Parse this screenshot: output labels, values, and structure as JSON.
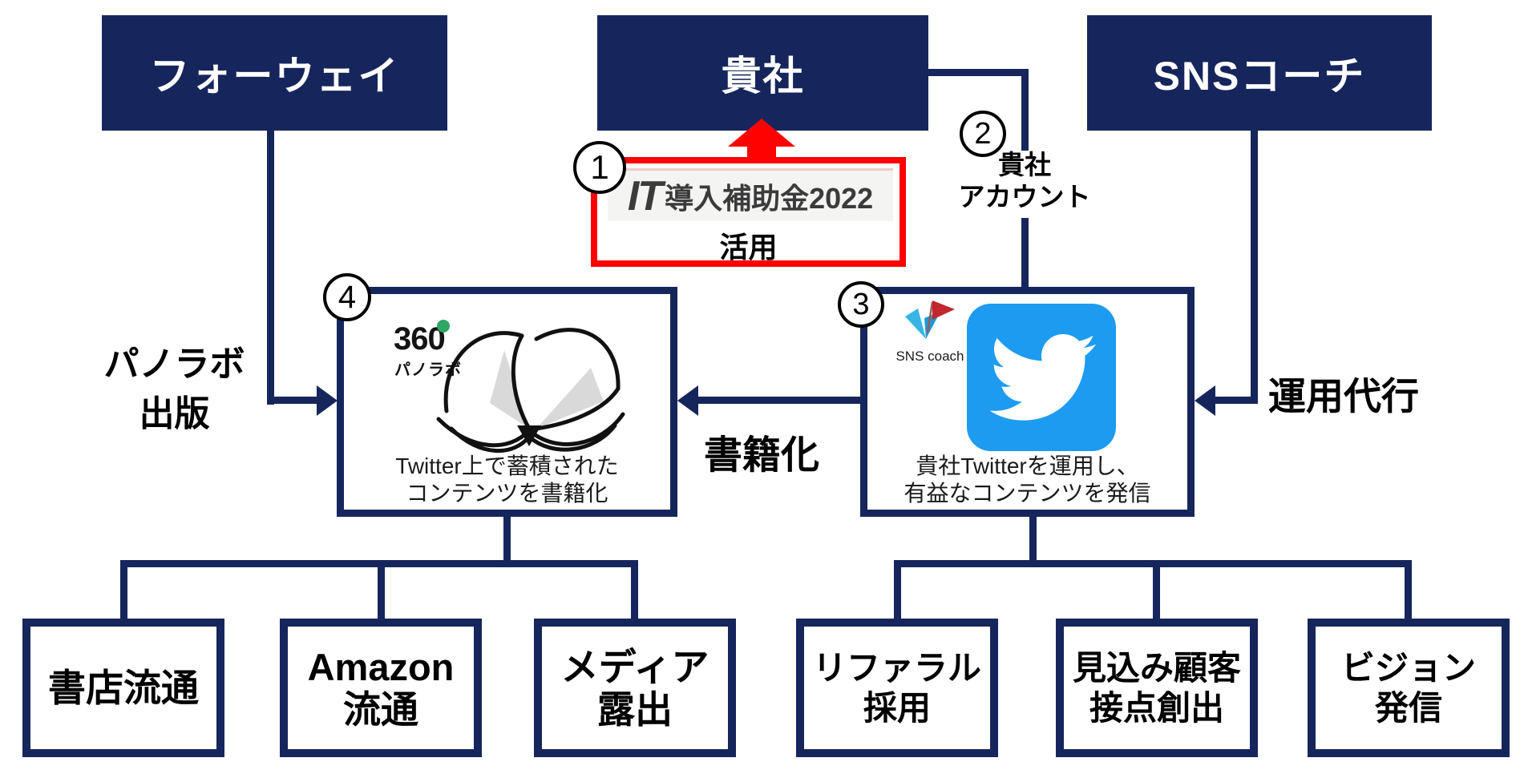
{
  "colors": {
    "navy": "#16265c",
    "red": "#fe0202",
    "twitter_blue": "#1d9bf0",
    "green": "#2ea664",
    "coach_blue": "#35b5e5",
    "coach_blue2": "#1b9ad7",
    "coach_red": "#c1272d",
    "logo_bg": "#f4f4f3",
    "logo_text": "#3b3b3b"
  },
  "top": {
    "forway": "フォーウェイ",
    "company": "貴社",
    "coach": "SNSコーチ"
  },
  "badges": {
    "one": "1",
    "two": "2",
    "three": "3",
    "four": "4"
  },
  "subsidy": {
    "it": "IT",
    "name": "導入補助金2022",
    "caption": "活用"
  },
  "account": {
    "line1": "貴社",
    "line2": "アカウント"
  },
  "labels": {
    "publish1": "パノラボ",
    "publish2": "出版",
    "bookize": "書籍化",
    "agency": "運用代行"
  },
  "panolab": {
    "logo": "360",
    "logo_sub": "パノラボ",
    "cap1": "Twitter上で蓄積された",
    "cap2": "コンテンツを書籍化"
  },
  "coach": {
    "logo": "SNS coach",
    "cap1": "貴社Twitterを運用し、",
    "cap2": "有益なコンテンツを発信"
  },
  "bottom": [
    {
      "l1": "書店流通",
      "l2": ""
    },
    {
      "l1": "Amazon",
      "l2": "流通"
    },
    {
      "l1": "メディア",
      "l2": "露出"
    },
    {
      "l1": "リファラル",
      "l2": "採用"
    },
    {
      "l1": "見込み顧客",
      "l2": "接点創出"
    },
    {
      "l1": "ビジョン",
      "l2": "発信"
    }
  ]
}
